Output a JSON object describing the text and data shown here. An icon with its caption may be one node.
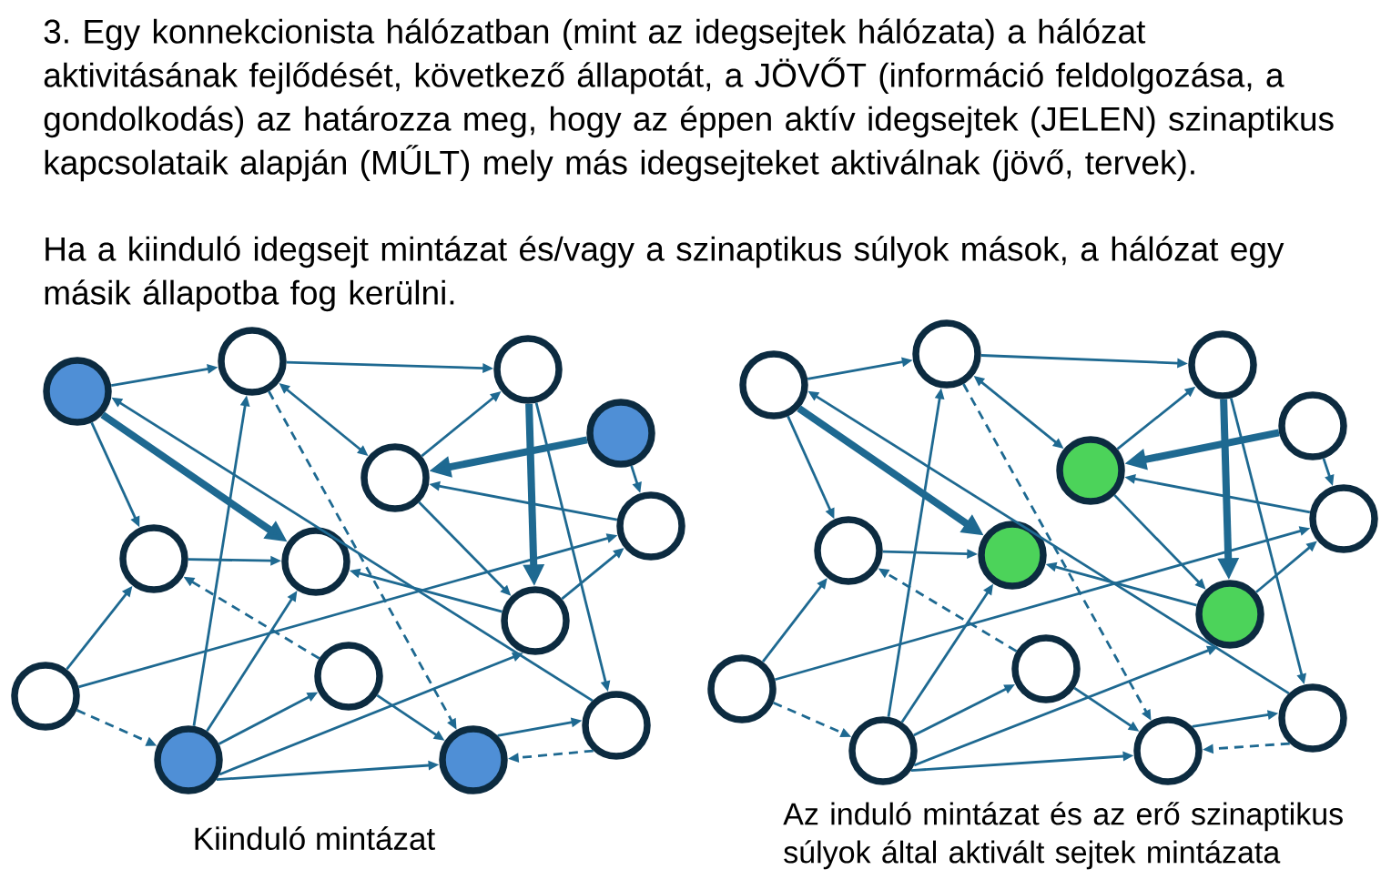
{
  "diagram": {
    "nodes": [
      {
        "text": [],
        "shape": "circle"
      },
      {
        "text": [],
        "shape": "circle"
      },
      {
        "text": [],
        "shape": "circle"
      },
      {
        "text": [],
        "shape": "circle"
      },
      {
        "text": [],
        "shape": "circle"
      },
      {
        "text": [],
        "shape": "circle"
      },
      {
        "text": [],
        "shape": "circle"
      },
      {
        "text": [],
        "shape": "circle"
      },
      {
        "text": [],
        "shape": "circle"
      },
      {
        "text": [],
        "shape": "circle"
      },
      {
        "text": [],
        "shape": "circle"
      },
      {
        "text": [],
        "shape": "circle"
      },
      {
        "text": [],
        "shape": "circle"
      },
      {
        "text": [],
        "shape": "circle"
      },
      {
        "text": [],
        "shape": "circle"
      },
      {
        "text": [],
        "shape": "circle"
      },
      {
        "text": [],
        "shape": "circle"
      },
      {
        "text": [],
        "shape": "circle"
      },
      {
        "text": [],
        "shape": "circle"
      },
      {
        "text": [],
        "shape": "circle"
      },
      {
        "text": [],
        "shape": "circle"
      },
      {
        "text": [],
        "shape": "circle"
      },
      {
        "text": [],
        "shape": "circle"
      },
      {
        "text": [],
        "shape": "circle"
      },
      {
        "text": [],
        "shape": "circle"
      },
      {
        "text": [],
        "shape": "circle"
      },
      {
        "text": [],
        "shape": "circle"
      },
      {
        "text": [],
        "shape": "circle"
      }
    ],
    "edges": [
      {
        "from": 2,
        "to": 0,
        "arrow": "to"
      },
      {
        "from": 0,
        "to": 1,
        "arrow": "to"
      },
      {
        "from": 2,
        "to": 6,
        "arrow": "to"
      },
      {
        "from": 2,
        "to": 7,
        "arrow": "to",
        "style": "thick"
      },
      {
        "from": 11,
        "to": 2,
        "arrow": "to"
      },
      {
        "from": 0,
        "to": 4,
        "arrow": "both"
      },
      {
        "from": 0,
        "to": 13,
        "arrow": "to",
        "style": "dashed"
      },
      {
        "from": 12,
        "to": 0,
        "arrow": "to"
      },
      {
        "from": 4,
        "to": 1,
        "arrow": "to"
      },
      {
        "from": 1,
        "to": 8,
        "arrow": "to",
        "style": "thick"
      },
      {
        "from": 1,
        "to": 11,
        "arrow": "to"
      },
      {
        "from": 3,
        "to": 4,
        "arrow": "to",
        "style": "thick"
      },
      {
        "from": 3,
        "to": 5,
        "arrow": "to"
      },
      {
        "from": 5,
        "to": 4,
        "arrow": "to"
      },
      {
        "from": 4,
        "to": 8,
        "arrow": "to"
      },
      {
        "from": 10,
        "to": 5,
        "arrow": "to"
      },
      {
        "from": 8,
        "to": 5,
        "arrow": "to"
      },
      {
        "from": 8,
        "to": 7,
        "arrow": "to"
      },
      {
        "from": 6,
        "to": 7,
        "arrow": "to"
      },
      {
        "from": 10,
        "to": 6,
        "arrow": "to"
      },
      {
        "from": 9,
        "to": 6,
        "arrow": "to",
        "style": "dashed"
      },
      {
        "from": 10,
        "to": 12,
        "arrow": "to",
        "style": "dashed"
      },
      {
        "from": 12,
        "to": 7,
        "arrow": "to"
      },
      {
        "from": 12,
        "to": 9,
        "arrow": "to"
      },
      {
        "from": 12,
        "to": 8,
        "arrow": "to"
      },
      {
        "from": 12,
        "to": 13,
        "arrow": "to"
      },
      {
        "from": 9,
        "to": 13,
        "arrow": "to"
      },
      {
        "from": 13,
        "to": 11,
        "arrow": "to"
      },
      {
        "from": 11,
        "to": 13,
        "arrow": "to",
        "style": "dashed"
      },
      {
        "from": 16,
        "to": 14,
        "arrow": "to"
      },
      {
        "from": 14,
        "to": 15,
        "arrow": "to"
      },
      {
        "from": 16,
        "to": 20,
        "arrow": "to"
      },
      {
        "from": 16,
        "to": 21,
        "arrow": "to",
        "style": "thick"
      },
      {
        "from": 25,
        "to": 16,
        "arrow": "to"
      },
      {
        "from": 14,
        "to": 18,
        "arrow": "both"
      },
      {
        "from": 14,
        "to": 27,
        "arrow": "to",
        "style": "dashed"
      },
      {
        "from": 26,
        "to": 14,
        "arrow": "to"
      },
      {
        "from": 18,
        "to": 15,
        "arrow": "to"
      },
      {
        "from": 15,
        "to": 22,
        "arrow": "to",
        "style": "thick"
      },
      {
        "from": 15,
        "to": 25,
        "arrow": "to"
      },
      {
        "from": 17,
        "to": 18,
        "arrow": "to",
        "style": "thick"
      },
      {
        "from": 17,
        "to": 19,
        "arrow": "to"
      },
      {
        "from": 19,
        "to": 18,
        "arrow": "to"
      },
      {
        "from": 18,
        "to": 22,
        "arrow": "to"
      },
      {
        "from": 24,
        "to": 19,
        "arrow": "to"
      },
      {
        "from": 22,
        "to": 19,
        "arrow": "to"
      },
      {
        "from": 22,
        "to": 21,
        "arrow": "to"
      },
      {
        "from": 20,
        "to": 21,
        "arrow": "to"
      },
      {
        "from": 24,
        "to": 20,
        "arrow": "to"
      },
      {
        "from": 23,
        "to": 20,
        "arrow": "to",
        "style": "dashed"
      },
      {
        "from": 24,
        "to": 26,
        "arrow": "to",
        "style": "dashed"
      },
      {
        "from": 26,
        "to": 21,
        "arrow": "to"
      },
      {
        "from": 26,
        "to": 23,
        "arrow": "to"
      },
      {
        "from": 26,
        "to": 22,
        "arrow": "to"
      },
      {
        "from": 26,
        "to": 27,
        "arrow": "to"
      },
      {
        "from": 23,
        "to": 27,
        "arrow": "to"
      },
      {
        "from": 27,
        "to": 25,
        "arrow": "to"
      },
      {
        "from": 25,
        "to": 27,
        "arrow": "to",
        "style": "dashed"
      }
    ],
    "labels": [
      "3. Egy konnekcionista hálózatban (mint az idegsejtek hálózata) a hálózat aktivitásának fejlődését, következő állapotát, a JÖVŐT (információ feldolgozása, a gondolkodás) az határozza meg, hogy az éppen aktív idegsejtek (JELEN) szinaptikus kapcsolataik alapján (MŰLT) mely más idegsejteket aktiválnak (jövő, tervek).",
      "Ha a kiinduló idegsejt mintázat és/vagy a szinaptikus súlyok mások, a hálózat egy másik állapotba fog kerülni.",
      "Kiinduló mintázat",
      "Az induló mintázat és az erő szinaptikus súlyok által aktivált sejtek mintázata"
    ]
  }
}
